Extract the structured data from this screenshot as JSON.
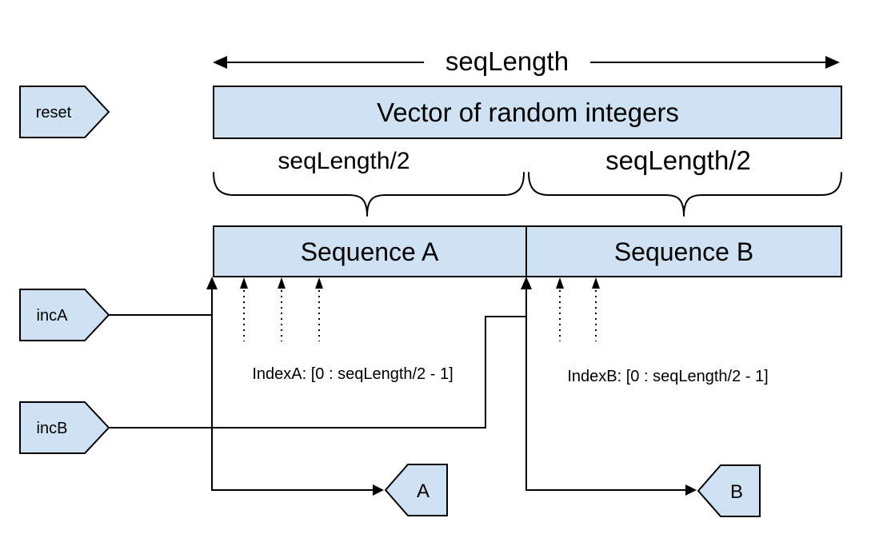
{
  "diagram": {
    "top_arrow": {
      "label": "seqLength"
    },
    "vector_box": {
      "label": "Vector of random integers"
    },
    "halves": {
      "left_label": "seqLength/2",
      "right_label": "seqLength/2"
    },
    "sequences": {
      "a_label": "Sequence A",
      "b_label": "Sequence B"
    },
    "input_tags": {
      "reset": "reset",
      "inc_a": "incA",
      "inc_b": "incB"
    },
    "output_tags": {
      "a": "A",
      "b": "B"
    },
    "index_labels": {
      "a": "IndexA: [0 : seqLength/2 - 1]",
      "b": "IndexB: [0 : seqLength/2 - 1]"
    },
    "colors": {
      "shape_fill": "#cfe2f3",
      "shape_stroke": "#000000",
      "line": "#000000",
      "text": "#000000",
      "background": "#ffffff"
    }
  }
}
